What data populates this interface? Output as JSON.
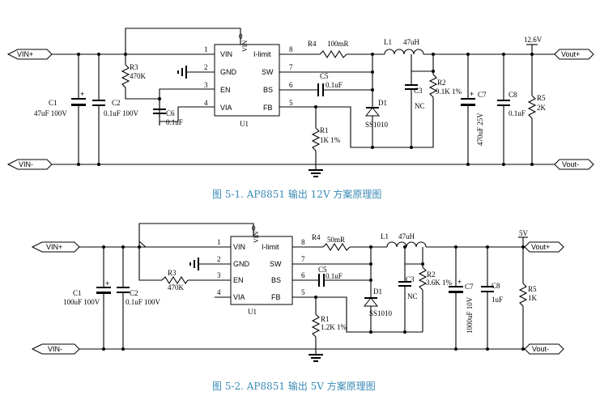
{
  "captions": {
    "fig1": "图 5-1. AP8851 输出 12V 方案原理图",
    "fig2": "图 5-2. AP8851 输出 5V 方案原理图"
  },
  "figures": [
    {
      "ports": {
        "vin_pos": "VIN+",
        "vin_neg": "VIN-",
        "vout_pos": "Vout+",
        "vout_neg": "Vout-"
      },
      "rail": "12.6V",
      "ic": {
        "ref": "U1",
        "top_pin": "0",
        "vin_vertical": "VIN",
        "pins_left": [
          {
            "num": "1",
            "name": "VIN"
          },
          {
            "num": "2",
            "name": "GND"
          },
          {
            "num": "3",
            "name": "EN"
          },
          {
            "num": "4",
            "name": "VIA"
          }
        ],
        "pins_right": [
          {
            "num": "8",
            "name": "I-limit"
          },
          {
            "num": "7",
            "name": "SW"
          },
          {
            "num": "6",
            "name": "BS"
          },
          {
            "num": "5",
            "name": "FB"
          }
        ]
      },
      "parts": {
        "C1": {
          "ref": "C1",
          "value": "47uF 100V"
        },
        "C2": {
          "ref": "C2",
          "value": "0.1uF 100V"
        },
        "R3": {
          "ref": "R3",
          "value": "470K"
        },
        "C6": {
          "ref": "C6",
          "value": "0.1uF"
        },
        "R4": {
          "ref": "R4",
          "value": "100mR"
        },
        "L1": {
          "ref": "L1",
          "value": "47uH"
        },
        "C5": {
          "ref": "C5",
          "value": "0.1uF"
        },
        "C3": {
          "ref": "C3",
          "value": "NC"
        },
        "R2": {
          "ref": "R2",
          "value": "9.1K 1%"
        },
        "D1": {
          "ref": "D1",
          "value": "SS1010"
        },
        "R1": {
          "ref": "R1",
          "value": "1K 1%"
        },
        "C7": {
          "ref": "C7",
          "value": "470uF 25V"
        },
        "C8": {
          "ref": "C8",
          "value": "0.1uF"
        },
        "R5": {
          "ref": "R5",
          "value": "2K"
        }
      }
    },
    {
      "ports": {
        "vin_pos": "VIN+",
        "vin_neg": "VIN-",
        "vout_pos": "Vout+",
        "vout_neg": "Vout-"
      },
      "rail": "5V",
      "ic": {
        "ref": "U1",
        "top_pin": "0",
        "vin_vertical": "VIN",
        "pins_left": [
          {
            "num": "1",
            "name": "VIN"
          },
          {
            "num": "2",
            "name": "GND"
          },
          {
            "num": "3",
            "name": "EN"
          },
          {
            "num": "4",
            "name": "VIA"
          }
        ],
        "pins_right": [
          {
            "num": "8",
            "name": "I-limit"
          },
          {
            "num": "7",
            "name": "SW"
          },
          {
            "num": "6",
            "name": "BS"
          },
          {
            "num": "5",
            "name": "FB"
          }
        ]
      },
      "parts": {
        "C1": {
          "ref": "C1",
          "value": "100uF 100V"
        },
        "C2": {
          "ref": "C2",
          "value": "0.1uF 100V"
        },
        "R3": {
          "ref": "R3",
          "value": "470K"
        },
        "R4": {
          "ref": "R4",
          "value": "50mR"
        },
        "L1": {
          "ref": "L1",
          "value": "47uH"
        },
        "C5": {
          "ref": "C5",
          "value": "0.1uF"
        },
        "C3": {
          "ref": "C3",
          "value": "NC"
        },
        "R2": {
          "ref": "R2",
          "value": "3.6K 1%"
        },
        "D1": {
          "ref": "D1",
          "value": "SS1010"
        },
        "R1": {
          "ref": "R1",
          "value": "1.2K 1%"
        },
        "C7": {
          "ref": "C7",
          "value": "1000uF 10V"
        },
        "C8": {
          "ref": "C8",
          "value": "1uF"
        },
        "R5": {
          "ref": "R5",
          "value": "1K"
        }
      }
    }
  ]
}
